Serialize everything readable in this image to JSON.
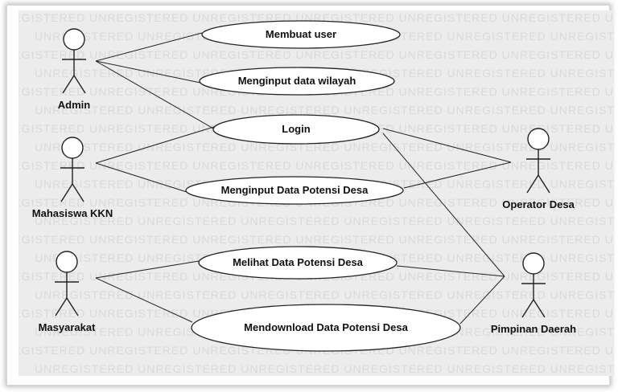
{
  "diagram": {
    "watermark": "UNREGISTERED",
    "actors": [
      {
        "id": "admin",
        "label": "Admin"
      },
      {
        "id": "mahasiswa",
        "label": "Mahasiswa KKN"
      },
      {
        "id": "masyarakat",
        "label": "Masyarakat"
      },
      {
        "id": "operator",
        "label": "Operator Desa"
      },
      {
        "id": "pimpinan",
        "label": "Pimpinan Daerah"
      }
    ],
    "use_cases": [
      {
        "id": "membuat_user",
        "label": "Membuat user"
      },
      {
        "id": "menginput_wilayah",
        "label": "Menginput data wilayah"
      },
      {
        "id": "login",
        "label": "Login"
      },
      {
        "id": "menginput_potensi",
        "label": "Menginput Data Potensi Desa"
      },
      {
        "id": "melihat_potensi",
        "label": "Melihat Data Potensi Desa"
      },
      {
        "id": "mendownload_potensi",
        "label": "Mendownload Data Potensi Desa"
      }
    ],
    "associations": [
      {
        "from": "admin",
        "to": "membuat_user"
      },
      {
        "from": "admin",
        "to": "menginput_wilayah"
      },
      {
        "from": "admin",
        "to": "login"
      },
      {
        "from": "mahasiswa",
        "to": "login"
      },
      {
        "from": "mahasiswa",
        "to": "menginput_potensi"
      },
      {
        "from": "operator",
        "to": "login"
      },
      {
        "from": "operator",
        "to": "menginput_potensi"
      },
      {
        "from": "pimpinan",
        "to": "login"
      },
      {
        "from": "masyarakat",
        "to": "melihat_potensi"
      },
      {
        "from": "masyarakat",
        "to": "mendownload_potensi"
      },
      {
        "from": "pimpinan",
        "to": "melihat_potensi"
      },
      {
        "from": "pimpinan",
        "to": "mendownload_potensi"
      }
    ],
    "colors": {
      "background": "#ececec",
      "line": "#222222",
      "ellipse_fill": "#ffffff"
    }
  }
}
